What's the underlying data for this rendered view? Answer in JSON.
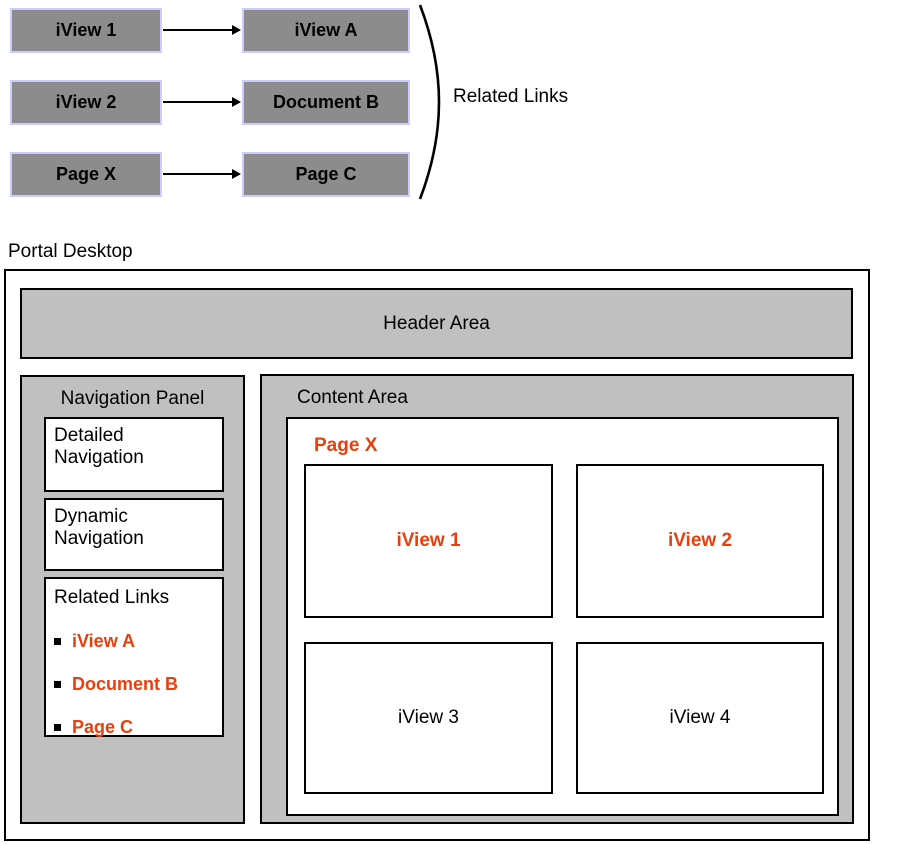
{
  "colors": {
    "accent": "#e8400d",
    "diagram_box_fill": "#8c8c8c",
    "diagram_box_border": "#ccccff",
    "area_fill": "#c0c0c0"
  },
  "mapping": {
    "rows": [
      {
        "source": "iView 1",
        "target": "iView A"
      },
      {
        "source": "iView 2",
        "target": "Document B"
      },
      {
        "source": "Page X",
        "target": "Page C"
      }
    ],
    "bracket_label": "Related Links"
  },
  "portal": {
    "label": "Portal Desktop",
    "header_label": "Header Area",
    "nav": {
      "title": "Navigation Panel",
      "detailed": "Detailed\nNavigation",
      "dynamic": "Dynamic\nNavigation",
      "related": {
        "title": "Related Links",
        "items": [
          "iView A",
          "Document B",
          "Page C"
        ]
      }
    },
    "content": {
      "title": "Content Area",
      "page_title": "Page X",
      "iviews": [
        "iView 1",
        "iView 2",
        "iView 3",
        "iView 4"
      ]
    }
  }
}
